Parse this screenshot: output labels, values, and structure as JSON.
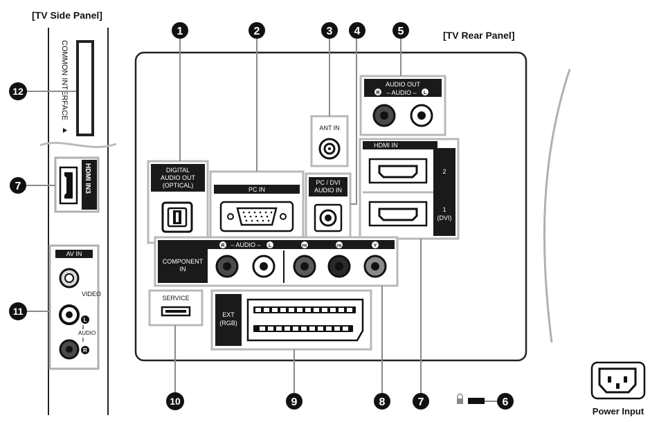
{
  "headers": {
    "side_panel": "[TV Side Panel]",
    "rear_panel": "[TV Rear Panel]",
    "power_input": "Power Input"
  },
  "side_panel": {
    "common_interface": "COMMON INTERFACE",
    "hdmi_in3": "HDMI IN3",
    "av_in": "AV IN",
    "video": "VIDEO",
    "audio": "AUDIO",
    "l": "L",
    "r": "R"
  },
  "rear_panel": {
    "digital_audio_out": [
      "DIGITAL",
      "AUDIO OUT",
      "(OPTICAL)"
    ],
    "pc_in": "PC IN",
    "ant_in": "ANT IN",
    "pc_dvi_audio_in": [
      "PC / DVI",
      "AUDIO IN"
    ],
    "audio_out": "AUDIO OUT",
    "audio_out_sub": "– AUDIO –",
    "hdmi_in": "HDMI IN",
    "hdmi_2": "2",
    "hdmi_1": [
      "1",
      "(DVI)"
    ],
    "component_in": [
      "COMPONENT",
      "IN"
    ],
    "component_audio": "– AUDIO –",
    "pr": "PR",
    "pb": "PB",
    "y": "Y",
    "service": "SERVICE",
    "ext_rgb": [
      "EXT",
      "(RGB)"
    ],
    "r": "R",
    "l": "L"
  },
  "callouts": {
    "n1": "1",
    "n2": "2",
    "n3": "3",
    "n4": "4",
    "n5": "5",
    "n6": "6",
    "n7": "7",
    "n8": "8",
    "n9": "9",
    "n10": "10",
    "n11": "11",
    "n12": "12"
  },
  "colors": {
    "panel_dark": "#1a1a1a",
    "port_frame": "#b8b8b8",
    "line": "#8a8a8a",
    "bezel": "#b0b0b0"
  }
}
